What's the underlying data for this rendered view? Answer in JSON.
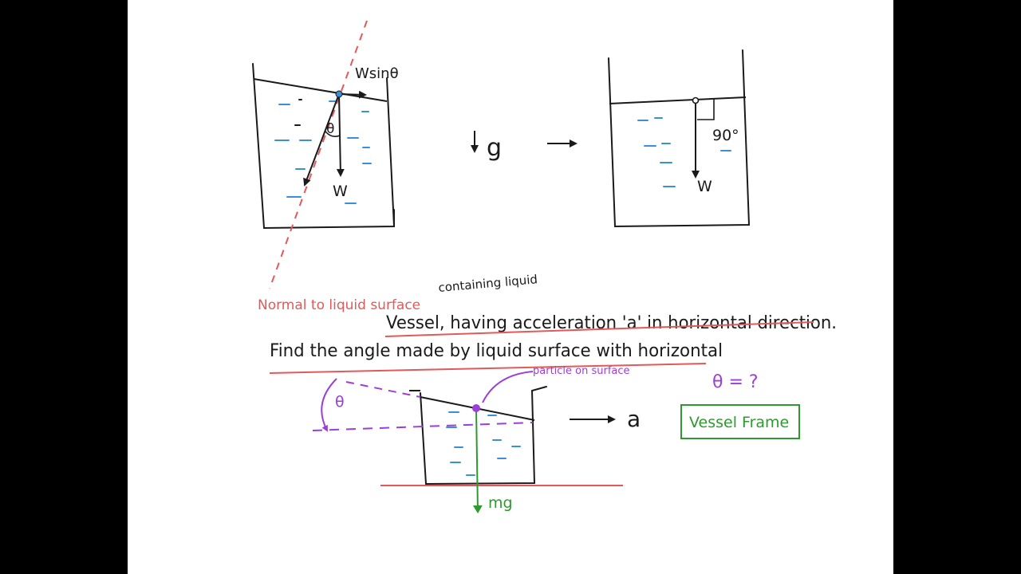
{
  "colors": {
    "ink": "#1a1a1a",
    "red": "#e05a5a",
    "blue": "#3a8fd6",
    "purple": "#9b3fd6",
    "green": "#2e9a2e",
    "board": "#ffffff",
    "letterbox": "#000000"
  },
  "fig1": {
    "force_component": "Wsinθ",
    "angle": "θ",
    "weight": "W"
  },
  "middle": {
    "gravity": "g"
  },
  "fig2": {
    "angle": "90°",
    "weight": "W"
  },
  "annotations": {
    "normal": "Normal to liquid surface",
    "containing": "containing liquid",
    "problem_line1": "Vessel, having acceleration 'a' in horizontal direction.",
    "problem_line2": "Find the angle made by liquid surface with horizontal"
  },
  "fig3": {
    "theta": "θ",
    "particle": "particle on surface",
    "accel": "a",
    "mg": "mg",
    "question": "θ = ?",
    "frame": "Vessel Frame"
  }
}
